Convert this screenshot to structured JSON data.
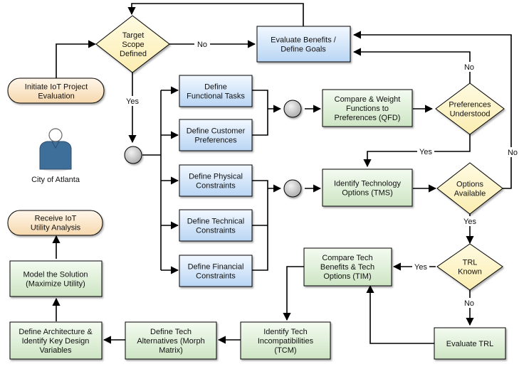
{
  "nodes": {
    "initiate": [
      "Initiate IoT Project",
      "Evaluation"
    ],
    "target_scope": [
      "Target",
      "Scope",
      "Defined"
    ],
    "evaluate_benefits": [
      "Evaluate Benefits /",
      "Define Goals"
    ],
    "define_functional": [
      "Define",
      "Functional Tasks"
    ],
    "define_customer": [
      "Define Customer",
      "Preferences"
    ],
    "define_physical": [
      "Define Physical",
      "Constraints"
    ],
    "define_technical": [
      "Define Technical",
      "Constraints"
    ],
    "define_financial": [
      "Define Financial",
      "Constraints"
    ],
    "compare_weight": [
      "Compare & Weight",
      "Functions to",
      "Preferences (QFD)"
    ],
    "preferences_understood": [
      "Preferences",
      "Understood"
    ],
    "identify_technology": [
      "Identify Technology",
      "Options (TMS)"
    ],
    "options_available": [
      "Options",
      "Available"
    ],
    "trl_known": [
      "TRL",
      "Known"
    ],
    "evaluate_trl": [
      "Evaluate TRL"
    ],
    "compare_tech": [
      "Compare Tech",
      "Benefits & Tech",
      "Options (TIM)"
    ],
    "identify_incompat": [
      "Identify Tech",
      "Incompatibilities",
      "(TCM)"
    ],
    "define_alternatives": [
      "Define Tech",
      "Alternatives (Morph",
      "Matrix)"
    ],
    "define_architecture": [
      "Define Architecture &",
      "Identify Key Design",
      "Variables"
    ],
    "model_solution": [
      "Model the Solution",
      "(Maximize Utility)"
    ],
    "receive_utility": [
      "Receive IoT",
      "Utility Analysis"
    ]
  },
  "actor": {
    "label": "City of Atlanta",
    "icon": "person-icon"
  },
  "edge_labels": {
    "target_no": "No",
    "target_yes": "Yes",
    "pref_no": "No",
    "pref_yes": "Yes",
    "options_no": "No",
    "options_yes": "Yes",
    "trl_yes": "Yes",
    "trl_no": "No"
  },
  "colors": {
    "process_fill_top": "#f0f6ff",
    "process_fill_bottom": "#bcd7f6",
    "green_fill_top": "#f3faf0",
    "green_fill_bottom": "#cfe6c6",
    "decision_fill": "#fff6c8",
    "terminal_fill": "#fbe3c2",
    "connector_fill": "#c8c8c8",
    "person_body": "#3e6f9b",
    "stroke": "#000000"
  }
}
